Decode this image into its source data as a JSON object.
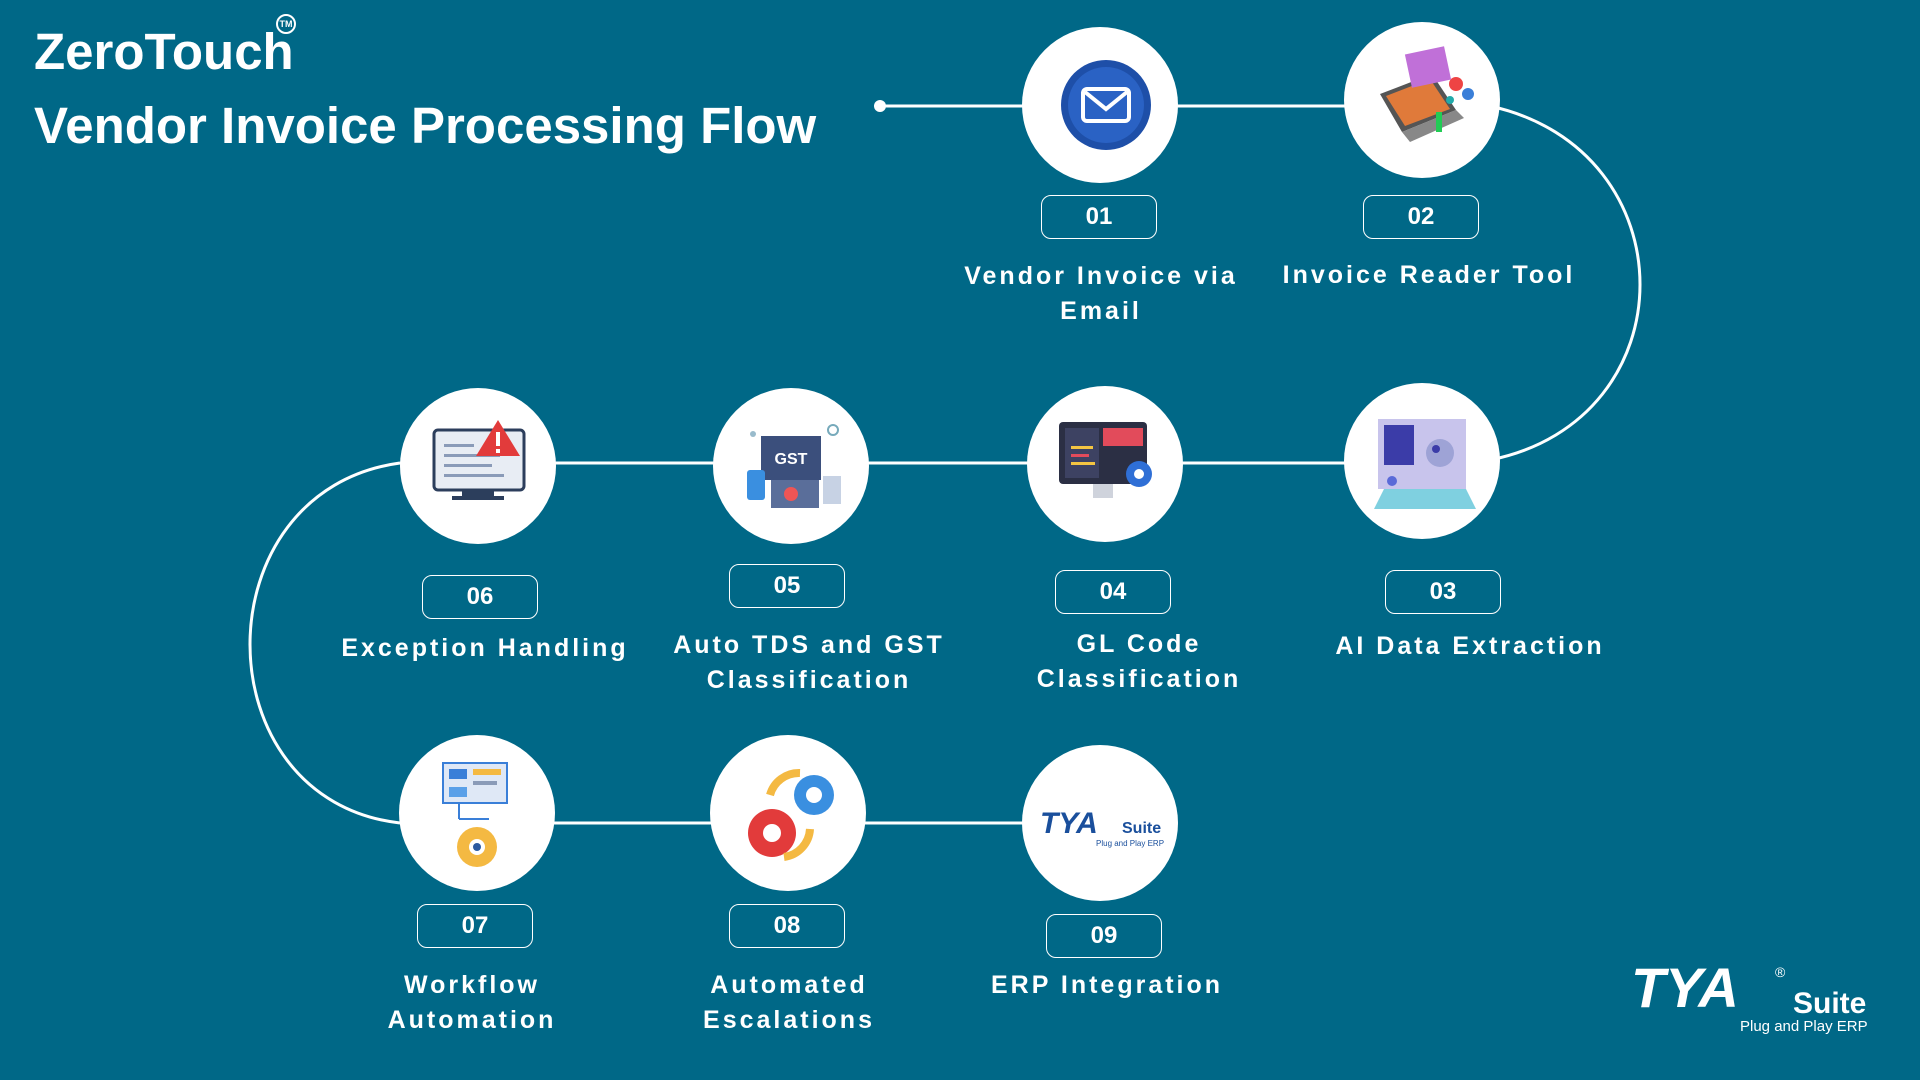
{
  "header": {
    "title_line1": "ZeroTouch",
    "trademark": "TM",
    "title_line2": "Vendor Invoice Processing Flow"
  },
  "steps": [
    {
      "number": "01",
      "label": "Vendor Invoice via Email",
      "icon": "envelope-icon"
    },
    {
      "number": "02",
      "label": "Invoice Reader Tool",
      "icon": "laptop-reader-icon"
    },
    {
      "number": "03",
      "label": "AI Data Extraction",
      "icon": "ai-robot-laptop-icon"
    },
    {
      "number": "04",
      "label": "GL Code Classification",
      "icon": "code-monitor-gear-icon"
    },
    {
      "number": "05",
      "label": "Auto TDS and GST Classification",
      "icon": "gst-devices-icon"
    },
    {
      "number": "06",
      "label": "Exception Handling",
      "icon": "monitor-warning-icon"
    },
    {
      "number": "07",
      "label": "Workflow Automation",
      "icon": "workflow-chart-gear-icon"
    },
    {
      "number": "08",
      "label": "Automated Escalations",
      "icon": "gears-cycle-icon"
    },
    {
      "number": "09",
      "label": "ERP Integration",
      "icon": "tya-logo-icon"
    }
  ],
  "node9_logo": {
    "wordmark": "TYA",
    "suffix": "Suite",
    "tagline": "Plug and Play ERP"
  },
  "brand": {
    "wordmark": "TYA",
    "registered": "®",
    "suffix": "Suite",
    "tagline": "Plug and Play ERP"
  },
  "colors": {
    "background": "#006887",
    "node_fill": "#ffffff",
    "line": "#ffffff",
    "logo_blue": "#1a4f9c"
  }
}
